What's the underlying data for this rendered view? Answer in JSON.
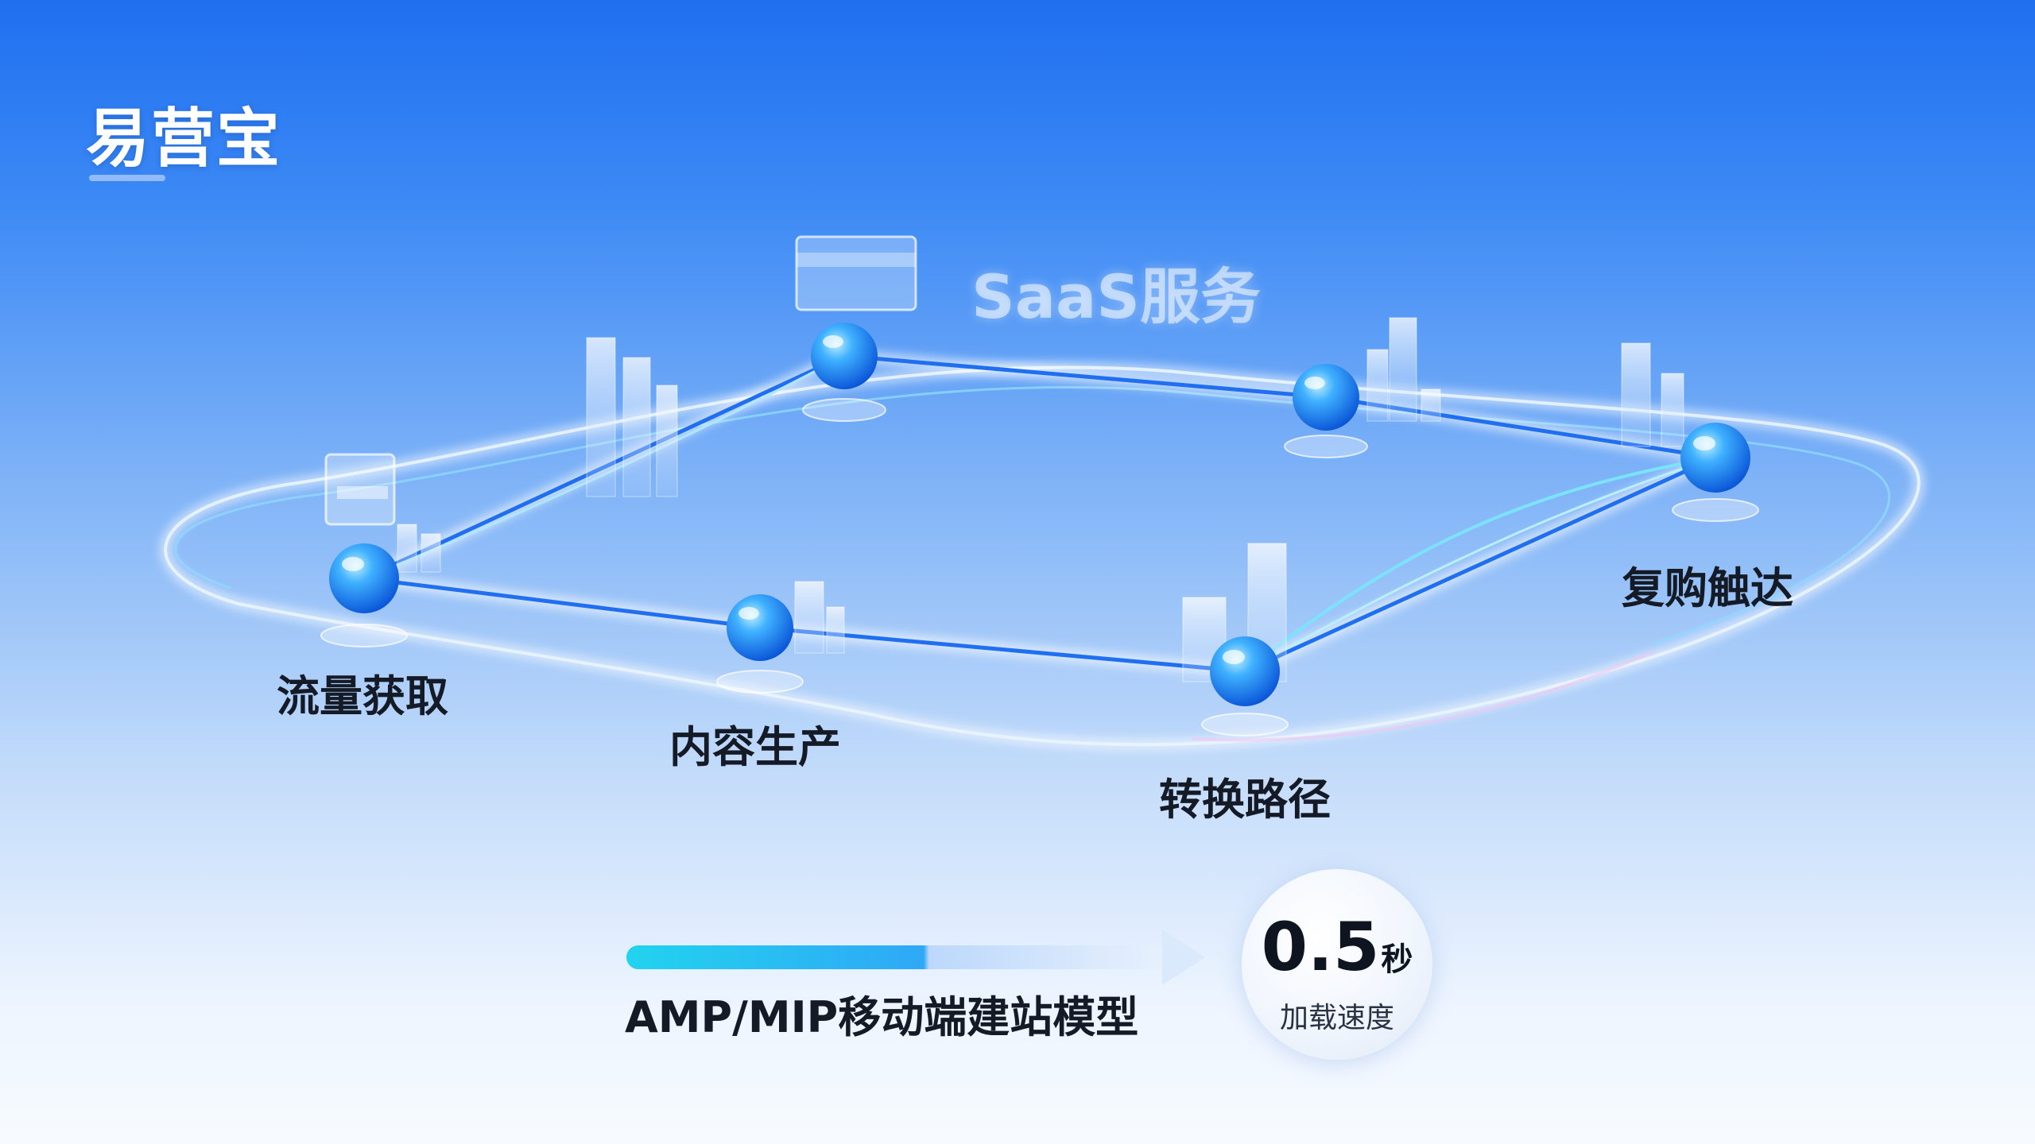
{
  "brand": {
    "title": "易营宝"
  },
  "saas_label": "SaaS服务",
  "nodes": [
    {
      "label": "流量获取"
    },
    {
      "label": "内容生产"
    },
    {
      "label": "转换路径"
    },
    {
      "label": "复购触达"
    }
  ],
  "feature": {
    "label": "AMP/MIP移动端建站模型"
  },
  "speed": {
    "value": "0.5",
    "unit": "秒",
    "label": "加载速度"
  },
  "colors": {
    "accent_blue": "#1f6ff0",
    "sphere_blue": "#1a82f0",
    "progress_cyan": "#22d3ee"
  }
}
